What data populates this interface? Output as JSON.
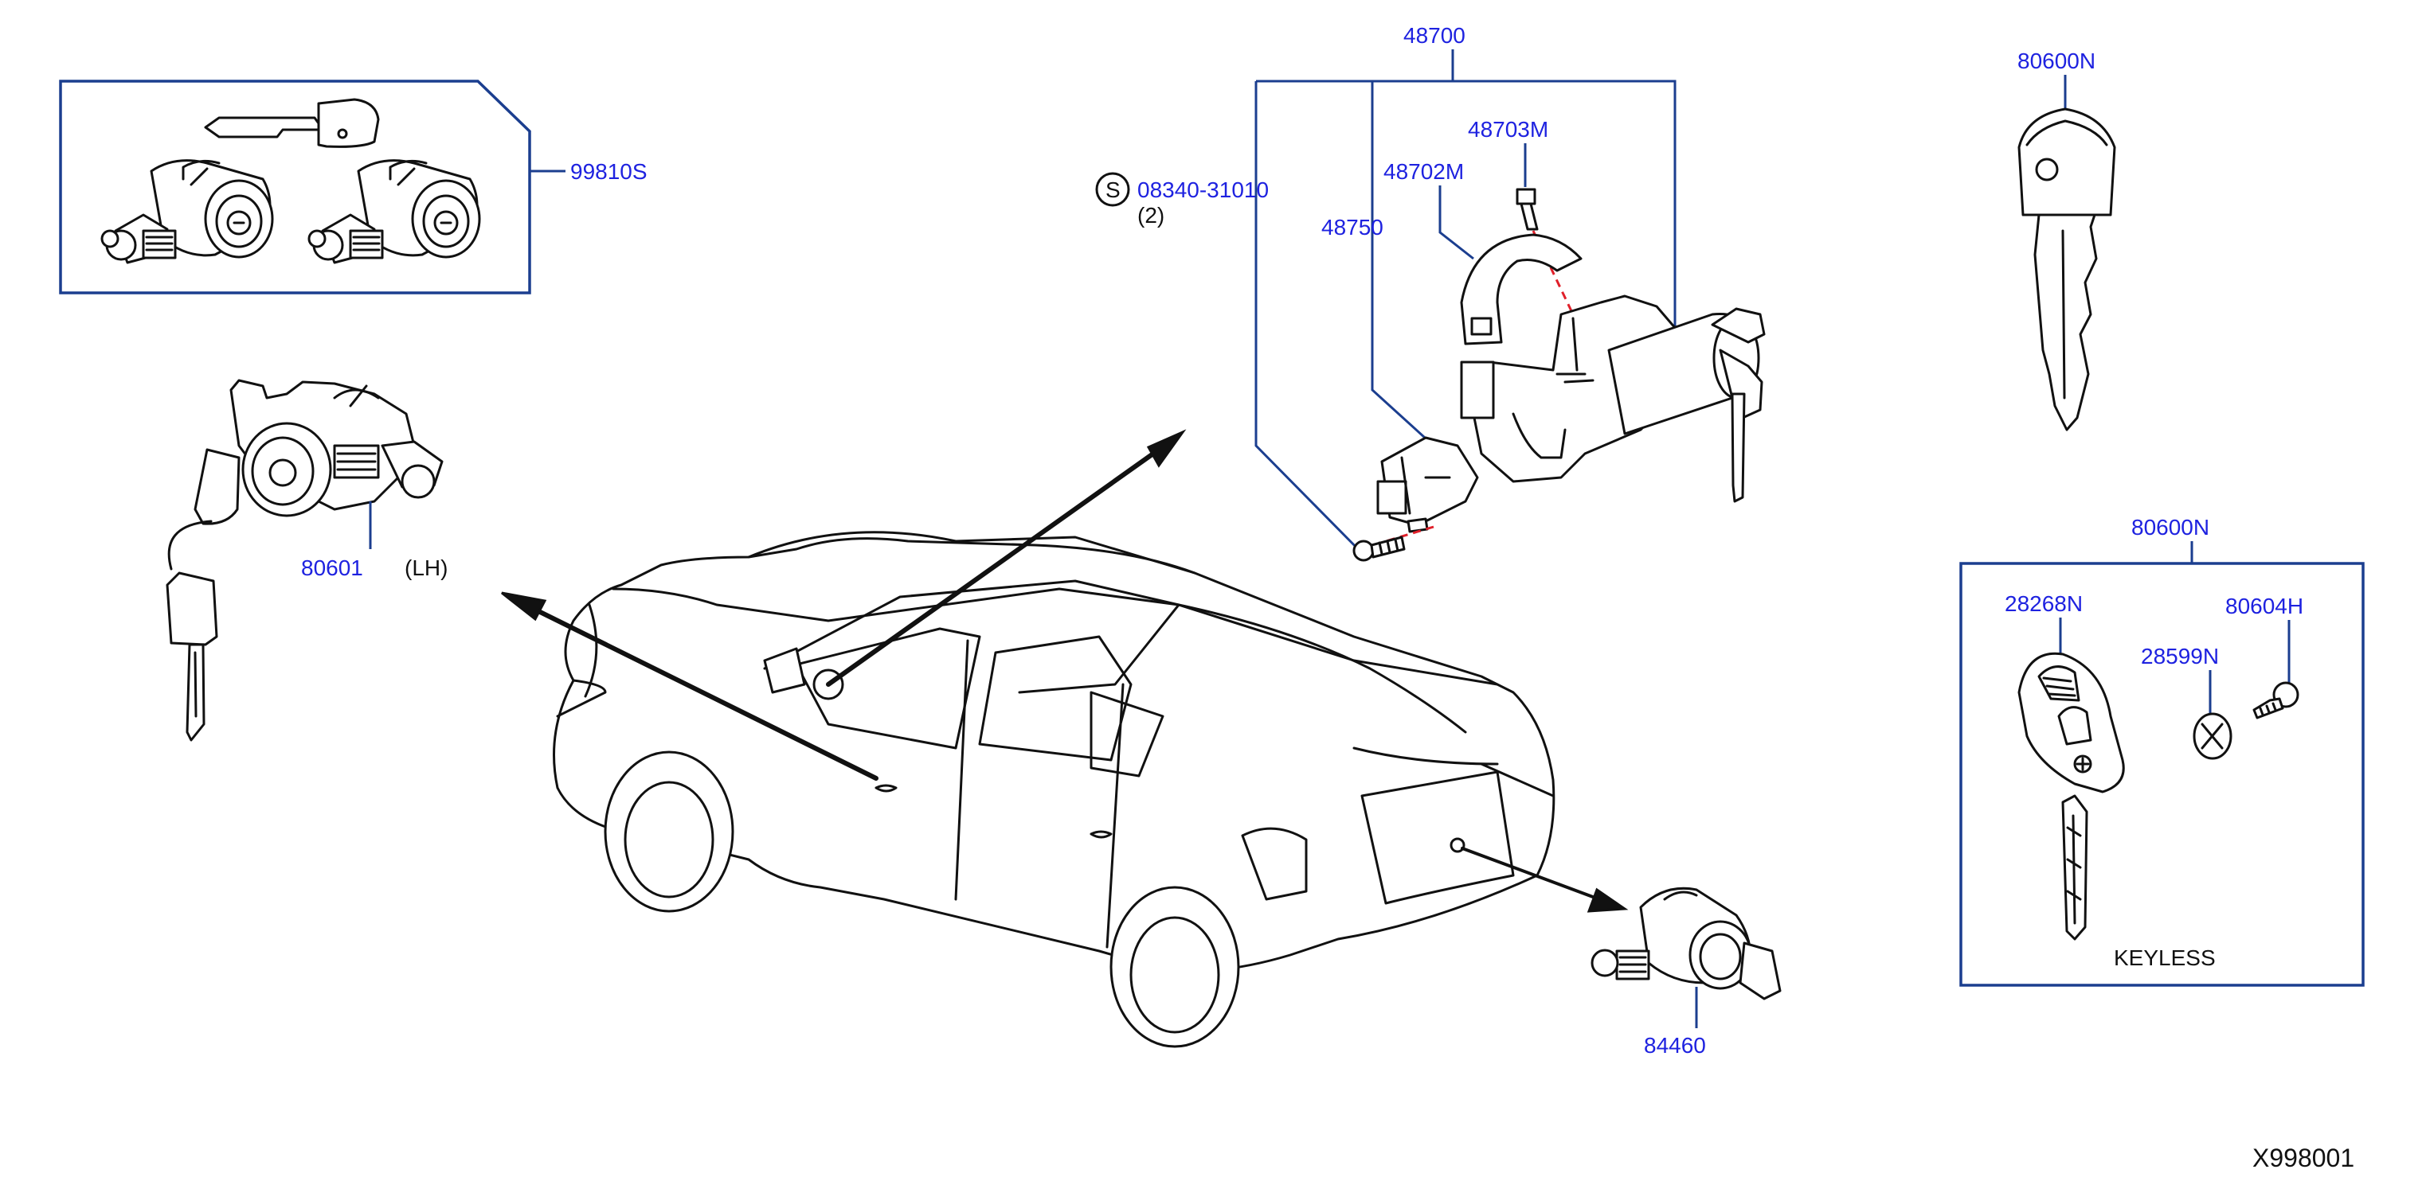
{
  "colors": {
    "callout": "#1e22e0",
    "leader": "#1b3e8f",
    "line_art": "#111111",
    "fit_line": "#e0202a"
  },
  "callouts": {
    "p99810s": "99810S",
    "p80601": "80601",
    "lh": "(LH)",
    "p48700": "48700",
    "p48703m": "48703M",
    "p48702m": "48702M",
    "p48750": "48750",
    "s_symbol": "S",
    "p08340": "08340-31010",
    "qty": "(2)",
    "p80600n_top": "80600N",
    "p80600n_kit": "80600N",
    "p28268n": "28268N",
    "p80604h": "80604H",
    "p28599n": "28599N",
    "keyless": "KEYLESS",
    "p84460": "84460"
  },
  "footer": {
    "diagram_code": "X998001"
  },
  "icons": [
    "door-lock-cylinder-icon",
    "ignition-lock-icon",
    "key-icon",
    "keyless-remote-icon",
    "coin-battery-icon",
    "screw-icon",
    "car-body-icon",
    "trunk-lock-icon"
  ]
}
